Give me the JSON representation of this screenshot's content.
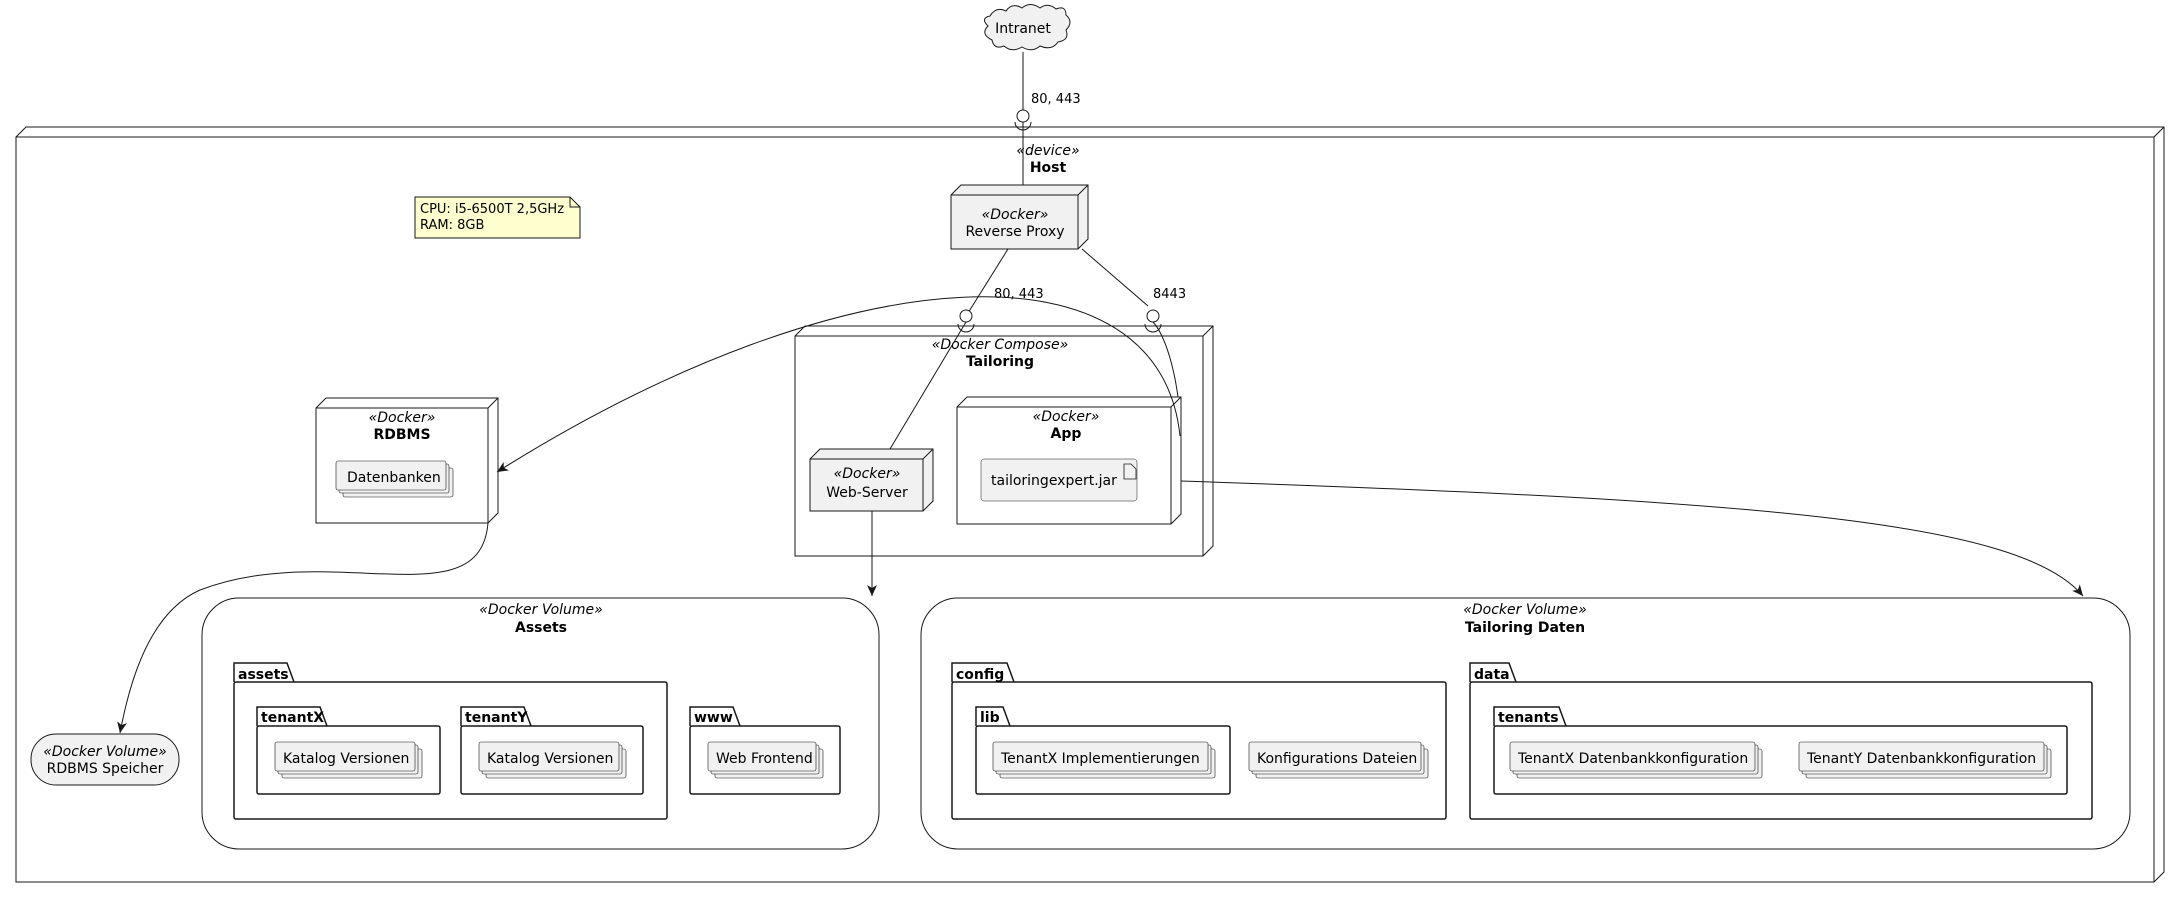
{
  "intranet": {
    "label": "Intranet",
    "port_label": "80, 443"
  },
  "host": {
    "stereotype": "«device»",
    "name": "Host"
  },
  "note": {
    "line1": "CPU: i5-6500T 2,5GHz",
    "line2": "RAM: 8GB"
  },
  "reverse_proxy": {
    "stereotype": "«Docker»",
    "name": "Reverse Proxy"
  },
  "tailoring": {
    "stereotype": "«Docker Compose»",
    "name": "Tailoring",
    "port_web": "80, 443",
    "port_app": "8443"
  },
  "rdbms": {
    "stereotype": "«Docker»",
    "name": "RDBMS",
    "db_label": "Datenbanken"
  },
  "app": {
    "stereotype": "«Docker»",
    "name": "App",
    "artifact": "tailoringexpert.jar"
  },
  "web_server": {
    "stereotype": "«Docker»",
    "name": "Web-Server"
  },
  "rdbms_storage": {
    "stereotype": "«Docker Volume»",
    "name": "RDBMS Speicher"
  },
  "assets": {
    "stereotype": "«Docker Volume»",
    "name": "Assets",
    "pkg_assets": "assets",
    "pkg_tenant_x": "tenantX",
    "pkg_tenant_y": "tenantY",
    "pkg_www": "www",
    "katalog_x": "Katalog Versionen",
    "katalog_y": "Katalog Versionen",
    "web_frontend": "Web Frontend"
  },
  "tailoring_daten": {
    "stereotype": "«Docker Volume»",
    "name": "Tailoring Daten",
    "pkg_config": "config",
    "pkg_lib": "lib",
    "pkg_data": "data",
    "pkg_tenants": "tenants",
    "impl": "TenantX Implementierungen",
    "config_files": "Konfigurations Dateien",
    "db_config_x": "TenantX Datenbankkonfiguration",
    "db_config_y": "TenantY Datenbankkonfiguration"
  },
  "colors": {
    "line": "#181818",
    "node_fill": "#f1f1f1",
    "note_fill": "#fefece"
  }
}
